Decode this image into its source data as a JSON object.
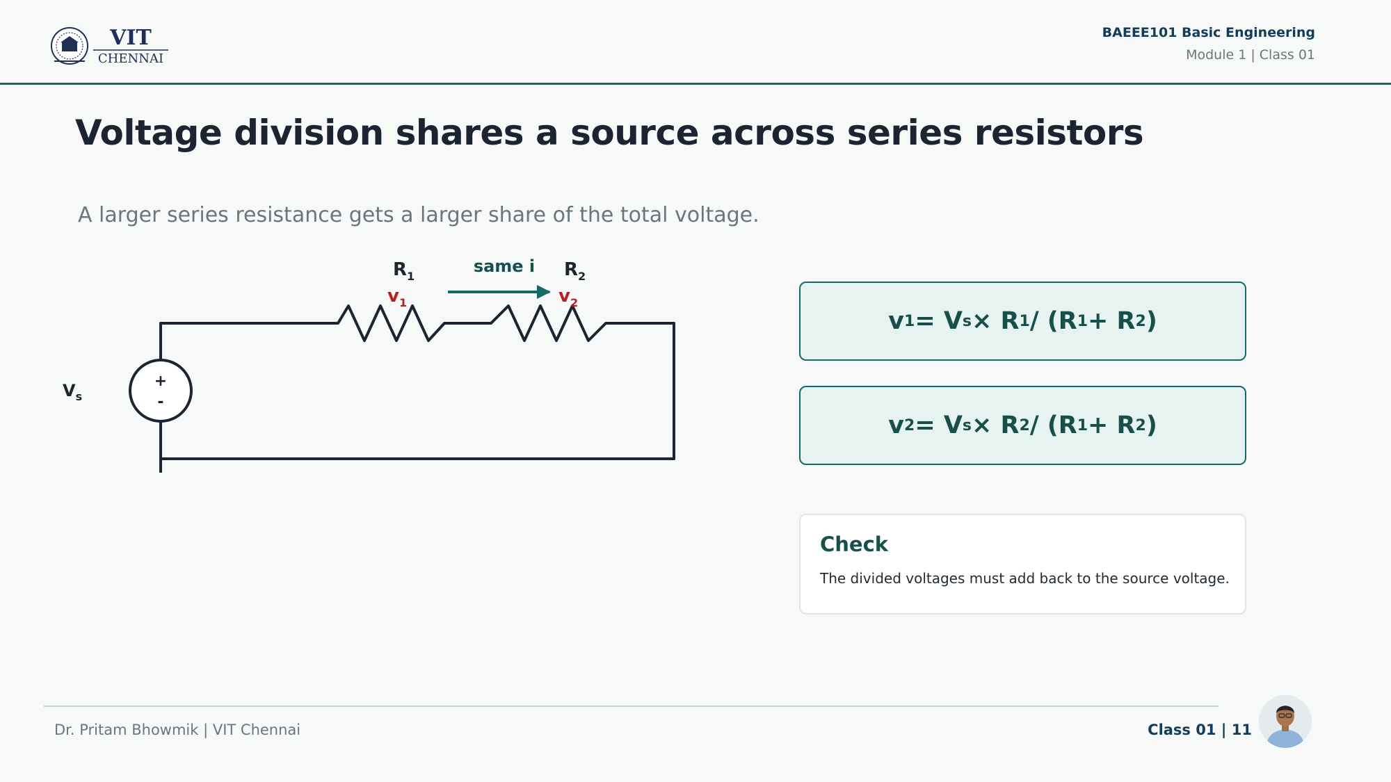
{
  "header": {
    "logo": {
      "name_text": "VIT",
      "city_text": "CHENNAI"
    },
    "course_code": "BAEEE101 Basic Engineering",
    "module": "Module 1 | Class 01"
  },
  "slide": {
    "title": "Voltage division shares a source across series resistors",
    "subtitle": "A larger series resistance gets a larger share of the total voltage."
  },
  "circuit": {
    "r1": {
      "main": "R",
      "sub": "1"
    },
    "r2": {
      "main": "R",
      "sub": "2"
    },
    "v1": {
      "main": "v",
      "sub": "1"
    },
    "v2": {
      "main": "v",
      "sub": "2"
    },
    "source": {
      "main": "V",
      "sub": "s"
    },
    "current_label": "same i",
    "plus": "+",
    "minus": "-",
    "colors": {
      "wire": "#1b2430",
      "accent": "#136b64",
      "voltage": "#b22222"
    }
  },
  "equations": [
    [
      "v",
      "1",
      " = V",
      "s",
      " × R",
      "1",
      " / (R",
      "1",
      " + R",
      "2",
      ")"
    ],
    [
      "v",
      "2",
      " = V",
      "s",
      " × R",
      "2",
      " / (R",
      "1",
      " + R",
      "2",
      ")"
    ]
  ],
  "check": {
    "title": "Check",
    "text": "The divided voltages must add back to the source voltage."
  },
  "footer": {
    "author": "Dr. Pritam Bhowmik | VIT Chennai",
    "page": "Class 01 | 11"
  }
}
